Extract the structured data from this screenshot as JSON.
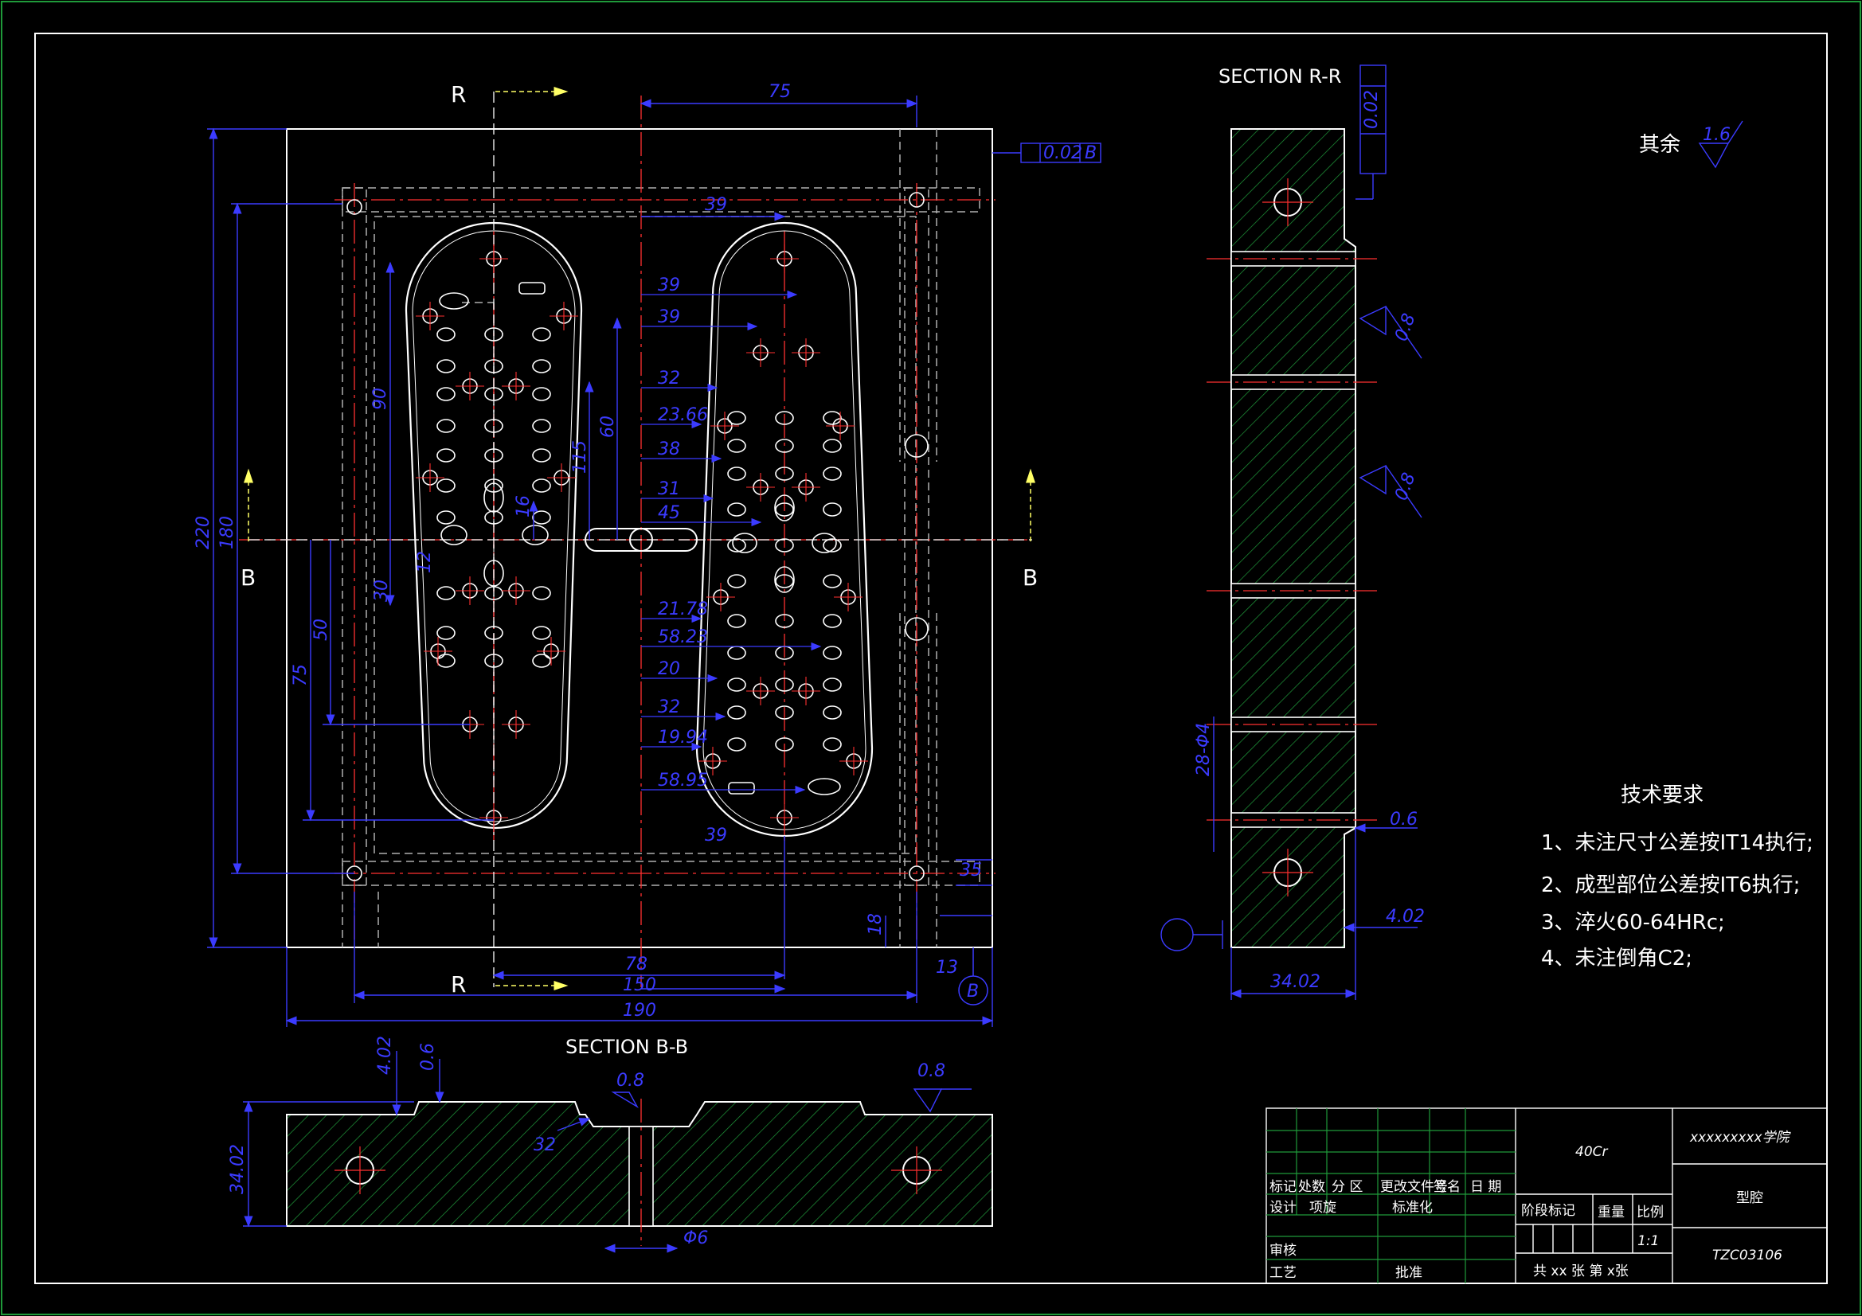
{
  "labels": {
    "section_rr": "SECTION R-R",
    "section_bb": "SECTION B-B",
    "cut_r_top": "R",
    "cut_r_bottom": "R",
    "cut_b_left": "B",
    "cut_b_right": "B",
    "datum": "B",
    "roughness_rest_label": "其余",
    "roughness_rest_value": "1.6"
  },
  "dimensions": {
    "plan": [
      "75",
      "39",
      "39",
      "39",
      "32",
      "23.66",
      "38",
      "31",
      "45",
      "21.78",
      "58.23",
      "20",
      "19.94",
      "58.95",
      "39",
      "78",
      "150",
      "190",
      "220",
      "180",
      "75",
      "50",
      "30",
      "16",
      "60",
      "115",
      "90",
      "12",
      "18",
      "13",
      "35",
      "32"
    ],
    "section_bb": [
      "4.02",
      "0.6",
      "0.8",
      "0.8",
      "34.02",
      "Φ6",
      "32"
    ],
    "section_rr": [
      "0.02",
      "0.8",
      "0.8",
      "28-Φ4",
      "0.6",
      "4.02",
      "34.02"
    ],
    "tolerance_frame": [
      "0.02",
      "B"
    ]
  },
  "tech_requirements": {
    "title": "技术要求",
    "items": [
      "1、未注尺寸公差按IT14执行;",
      "2、成型部位公差按IT6执行;",
      "3、淬火60-64HRc;",
      "4、未注倒角C2;"
    ]
  },
  "title_block": {
    "material": "40Cr",
    "school": "xxxxxxxxx学院",
    "part_name": "型腔",
    "drawing_no": "TZC03106",
    "scale": "1:1",
    "sheets": "共 xx 张  第 x张",
    "row_headers": [
      "标记",
      "处数",
      "分 区",
      "更改文件号",
      "签名",
      "日 期"
    ],
    "design": "设计",
    "designer": "项旋",
    "standardization": "标准化",
    "stage_mark": "阶段标记",
    "weight": "重量",
    "scale_label": "比例",
    "review": "审核",
    "process": "工艺",
    "approve": "批准"
  },
  "colors": {
    "background": "#000000",
    "frame": "#ffffff",
    "outline": "#ffffff",
    "hidden": "#b0b0b0",
    "centerline": "#ff3030",
    "dimension": "#3b3bff",
    "hatch": "#1f9a3a",
    "cut_arrow": "#ffff66",
    "border_green": "#1f9a3a"
  }
}
